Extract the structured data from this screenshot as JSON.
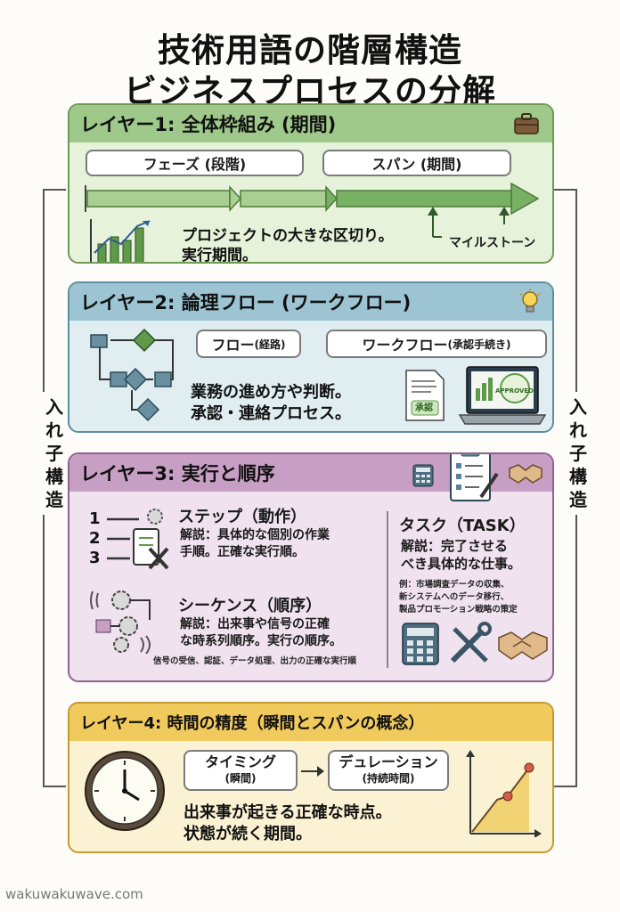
{
  "title": {
    "line1": "技術用語の階層構造",
    "line2": "ビジネスプロセスの分解"
  },
  "side_label": [
    "入",
    "れ",
    "子",
    "構",
    "造"
  ],
  "layer1": {
    "heading": "レイヤー1: 全体枠組み (期間)",
    "phase": "フェーズ (段階)",
    "span": "スパン (期間)",
    "text_line1": "プロジェクトの大きな区切り。",
    "text_line2": "実行期間。",
    "milestone": "マイルストーン"
  },
  "layer2": {
    "heading": "レイヤー2: 論理フロー (ワークフロー)",
    "flow_main": "フロー",
    "flow_sub": "(経路)",
    "workflow_main": "ワークフロー",
    "workflow_sub": "(承認手続き)",
    "text_line1": "業務の進め方や判断。",
    "text_line2": "承認・連絡プロセス。",
    "doc_stamp": "承認",
    "screen_stamp": "APPROVED"
  },
  "layer3": {
    "heading": "レイヤー3: 実行と順序",
    "step_numbers": [
      "1",
      "2",
      "3"
    ],
    "step_title": "ステップ（動作）",
    "step_line1": "解説：具体的な個別の作業",
    "step_line2": "手順。正確な実行順。",
    "seq_title": "シーケンス（順序）",
    "seq_line1": "解説：出来事や信号の正確",
    "seq_line2": "な時系列順序。実行の順序。",
    "seq_note": "信号の受信、認証、データ処理、出力の正確な実行順",
    "task_title": "タスク（TASK）",
    "task_line1": "解説：完了させる",
    "task_line2": "べき具体的な仕事。",
    "task_ex1": "例：市場調査データの収集、",
    "task_ex2": "新システムへのデータ移行、",
    "task_ex3": "製品プロモーション戦略の策定"
  },
  "layer4": {
    "heading": "レイヤー4: 時間の精度（瞬間とスパンの概念）",
    "timing_main": "タイミング",
    "timing_sub": "(瞬間)",
    "duration_main": "デュレーション",
    "duration_sub": "(持続時間)",
    "text_line1": "出来事が起きる正確な時点。",
    "text_line2": "状態が続く期間。"
  },
  "watermark": "wakuwakuwave.com",
  "colors": {
    "layer1": "#9fc98a",
    "layer2": "#9cc4d2",
    "layer3": "#c79fc5",
    "layer4": "#f0ca5c"
  }
}
